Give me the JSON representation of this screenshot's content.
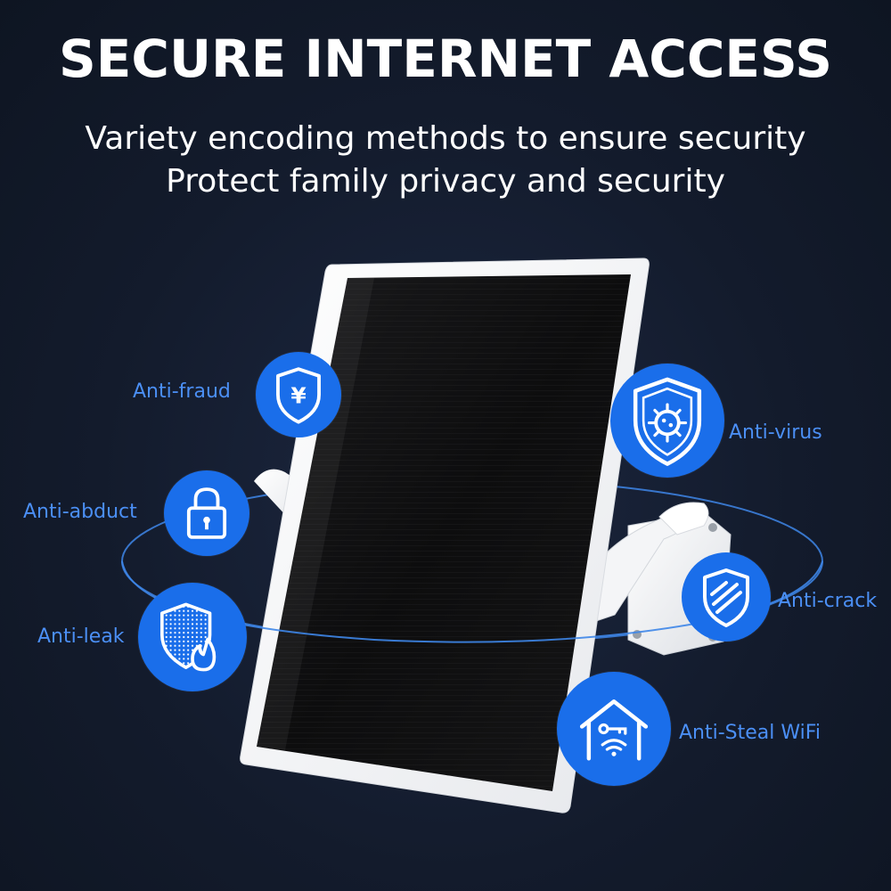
{
  "headline": "SECURE INTERNET ACCESS",
  "subheadline": {
    "line1": "Variety encoding methods to ensure security",
    "line2": "Protect family privacy and security"
  },
  "features": [
    {
      "label": "Anti-fraud",
      "icon": "shield-yen-icon"
    },
    {
      "label": "Anti-virus",
      "icon": "shield-virus-icon"
    },
    {
      "label": "Anti-abduct",
      "icon": "padlock-icon"
    },
    {
      "label": "Anti-crack",
      "icon": "shield-stripes-icon"
    },
    {
      "label": "Anti-leak",
      "icon": "shield-fire-icon"
    },
    {
      "label": "Anti-Steal WiFi",
      "icon": "house-key-wifi-icon"
    }
  ],
  "colors": {
    "background": "#121a2a",
    "accent_blue": "#1a6eea",
    "label_blue": "#4b8ff5",
    "text": "#ffffff"
  }
}
